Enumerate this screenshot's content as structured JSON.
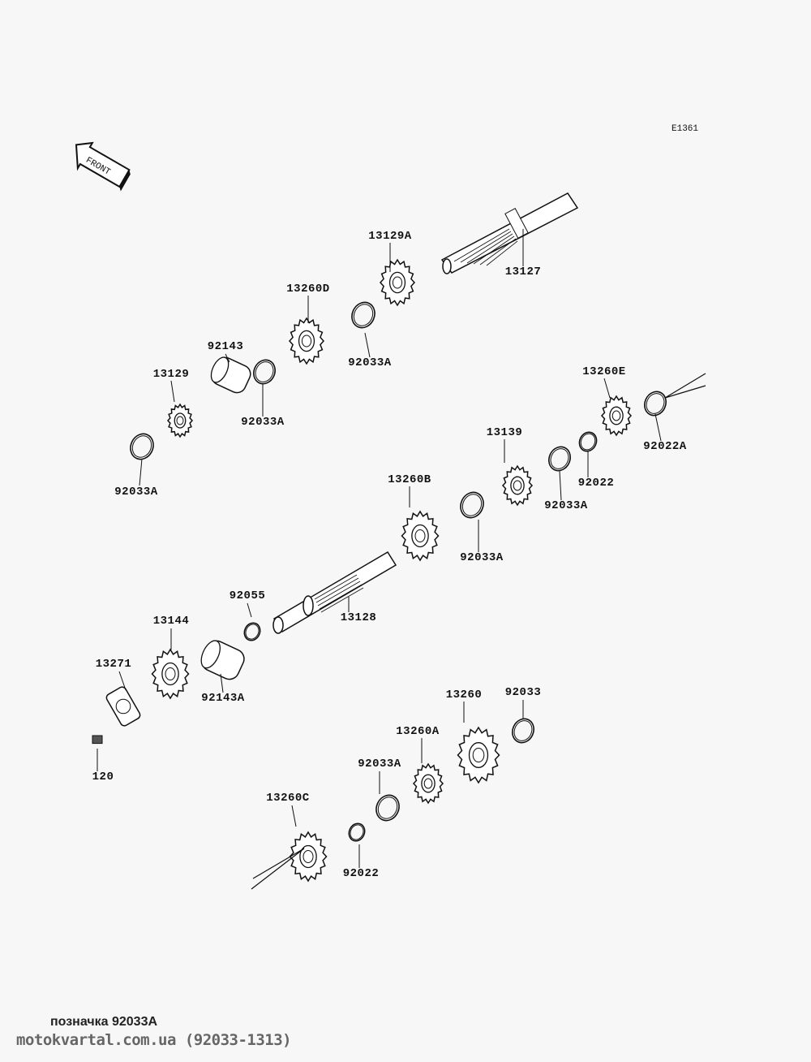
{
  "diagram": {
    "code": "E1361",
    "front_label": "FRONT",
    "parts": [
      {
        "id": "13129A"
      },
      {
        "id": "13127"
      },
      {
        "id": "13260D"
      },
      {
        "id": "92143"
      },
      {
        "id": "92033A"
      },
      {
        "id": "13129"
      },
      {
        "id": "92033A"
      },
      {
        "id": "13260E"
      },
      {
        "id": "92022A"
      },
      {
        "id": "13139"
      },
      {
        "id": "92033A"
      },
      {
        "id": "13260B"
      },
      {
        "id": "92022"
      },
      {
        "id": "92033A"
      },
      {
        "id": "92033A"
      },
      {
        "id": "92055"
      },
      {
        "id": "13128"
      },
      {
        "id": "13144"
      },
      {
        "id": "13271"
      },
      {
        "id": "92143A"
      },
      {
        "id": "13260"
      },
      {
        "id": "92033"
      },
      {
        "id": "13260A"
      },
      {
        "id": "92033A"
      },
      {
        "id": "13260C"
      },
      {
        "id": "120"
      },
      {
        "id": "92022"
      }
    ]
  },
  "footer": {
    "caption": "позначка 92033A",
    "site": "motokvartal.com.ua (92033-1313)"
  }
}
